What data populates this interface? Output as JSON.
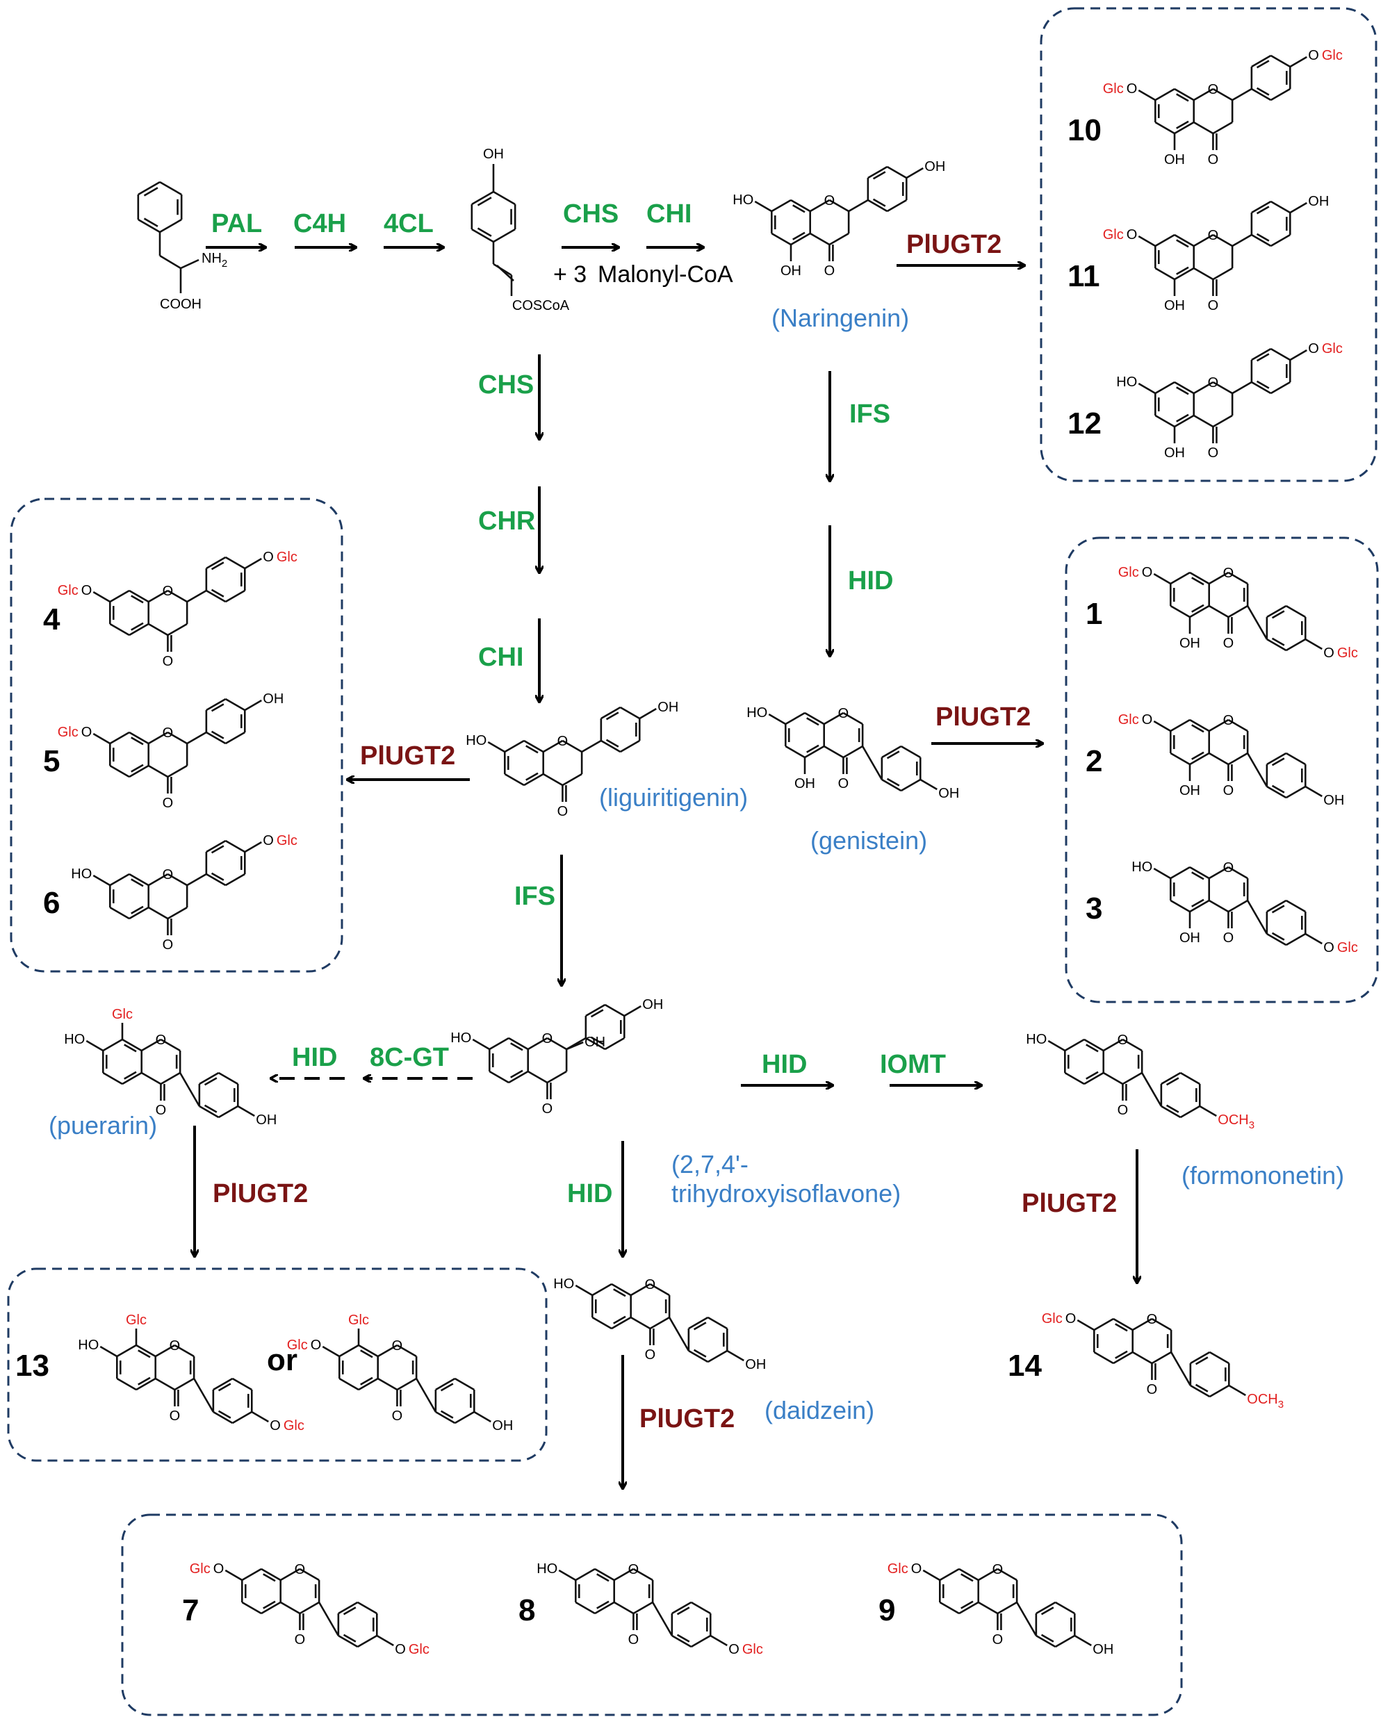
{
  "enzymes": {
    "pal": "PAL",
    "c4h": "C4H",
    "c4l": "4CL",
    "chs_top": "CHS",
    "chi_top": "CHI",
    "chs_left": "CHS",
    "chr": "CHR",
    "chi_left": "CHI",
    "ifs_left": "IFS",
    "ifs_right": "IFS",
    "hid_right": "HID",
    "hid_puer": "HID",
    "c8gt": "8C-GT",
    "hid_form": "HID",
    "iomt": "IOMT",
    "hid_daid": "HID"
  },
  "ugt": {
    "nar": "PlUGT2",
    "lig": "PlUGT2",
    "gen": "PlUGT2",
    "puer": "PlUGT2",
    "form": "PlUGT2",
    "daid": "PlUGT2"
  },
  "names": {
    "naringenin": "(Naringenin)",
    "liquiritigenin": "(liguiritigenin)",
    "genistein": "(genistein)",
    "puerarin": "(puerarin)",
    "thi_1": "(2,7,4'-",
    "thi_2": "trihydroxyisoflavone)",
    "formononetin": "(formononetin)",
    "daidzein": "(daidzein)"
  },
  "malonyl": {
    "prefix": "+ 3",
    "name": "Malonyl-CoA"
  },
  "compounds": [
    "1",
    "2",
    "3",
    "4",
    "5",
    "6",
    "7",
    "8",
    "9",
    "10",
    "11",
    "12",
    "13",
    "14"
  ],
  "or_text": "or",
  "substituents": {
    "oh": "OH",
    "glc": "Glc",
    "o": "O",
    "och3": "OCH",
    "three": "3",
    "nh2": "NH",
    "two": "2",
    "cooh": "COOH",
    "coscoa": "COSCoA",
    "ho": "HO"
  },
  "colors": {
    "enzyme": "#1aa04a",
    "ugt": "#7a1414",
    "name": "#3a7fc6",
    "glc": "#e21f1f",
    "box": "#1f3b63"
  }
}
